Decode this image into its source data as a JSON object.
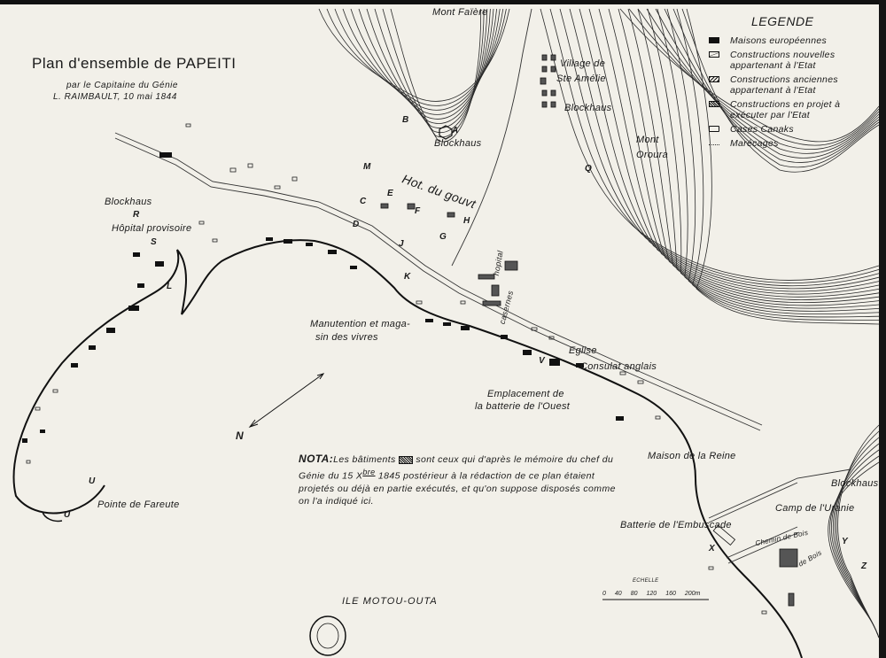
{
  "title": "Plan d'ensemble de PAPEITI",
  "subtitle": {
    "line1": "par le Capitaine du Génie",
    "line2": "L. RAIMBAULT, 10 mai 1844"
  },
  "legend": {
    "heading": "LEGENDE",
    "items": [
      {
        "label": "Maisons européennes",
        "style": "solid"
      },
      {
        "label": "Constructions nouvelles appartenant à l'Etat",
        "style": "outline-slash"
      },
      {
        "label": "Constructions anciennes appartenant à l'Etat",
        "style": "hatched"
      },
      {
        "label": "Constructions en projet à exécuter par l'Etat",
        "style": "cross-hatched"
      },
      {
        "label": "Cases Canaks",
        "style": "outline"
      },
      {
        "label": "Marécages",
        "style": "marsh"
      }
    ]
  },
  "places": {
    "mont_faiere": "Mont Faïère",
    "village_line1": "Village de",
    "village_line2": "Ste Amélie",
    "blockhaus_village": "Blockhaus",
    "blockhaus_a": "Blockhaus",
    "mont_oroura": "Mont Oroura",
    "hotel": "Hot. du gouvt",
    "blockhaus_r": "Blockhaus",
    "hopital": "Hôpital provisoire",
    "manutention_line1": "Manutention et maga-",
    "manutention_line2": "sin des vivres",
    "hopital_vertical": "hopital",
    "casernes": "casernes",
    "eglise": "Eglise",
    "consulat": "Consulat anglais",
    "batterie_ouest_line1": "Emplacement de",
    "batterie_ouest_line2": "la batterie de l'Ouest",
    "maison_reine": "Maison de la Reine",
    "blockhaus_y": "Blockhaus",
    "camp_uranie": "Camp de l'Uranie",
    "batterie_embuscade": "Batterie de l'Embuscade",
    "chemin_bois": "Chemin de Bois",
    "de_bois": "de Bois",
    "pointe": "Pointe de Fareute",
    "ile": "ILE MOTOU-OUTA",
    "north": "N"
  },
  "letters": [
    "A",
    "B",
    "C",
    "D",
    "E",
    "F",
    "G",
    "H",
    "J",
    "K",
    "L",
    "M",
    "S",
    "V",
    "X",
    "Y",
    "Z",
    "U",
    "R",
    "Q"
  ],
  "nota": {
    "heading": "NOTA:",
    "text1": "Les bâtiments",
    "text2": "sont ceux qui d'après le mémoire du chef du Génie du 15 X",
    "superscript": "bre",
    "text3": "1845 postérieur à la rédaction de ce plan étaient projetés ou déjà en partie exécutés, et qu'on suppose disposés comme on l'a indiqué ici."
  },
  "scale": {
    "label": "ECHELLE",
    "ticks": [
      "0",
      "40",
      "80",
      "120",
      "160",
      "200m"
    ]
  },
  "colors": {
    "paper": "#f2f0e9",
    "ink": "#1a1a1a"
  }
}
